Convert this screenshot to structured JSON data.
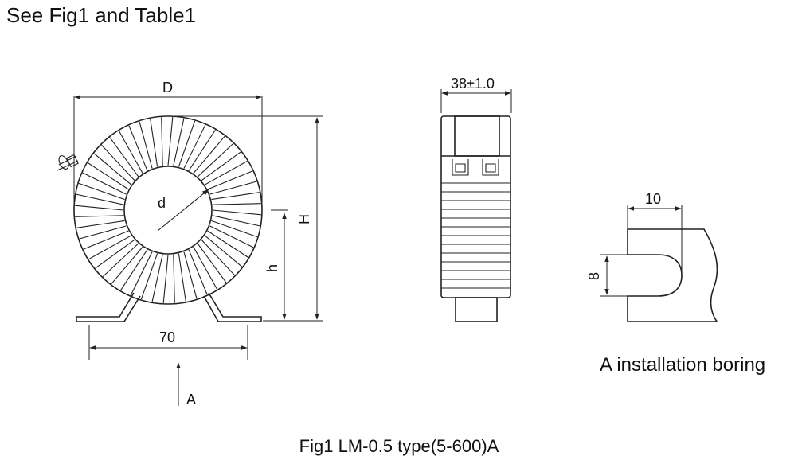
{
  "header": "See Fig1 and Table1",
  "labels": {
    "D": "D",
    "d": "d",
    "H": "H",
    "h": "h",
    "width_70": "70",
    "A": "A",
    "thickness": "38±1.0",
    "boring_width": "10",
    "boring_height": "8"
  },
  "boring_caption": "A installation boring",
  "fig_caption": "Fig1 LM-0.5 type(5-600)A"
}
